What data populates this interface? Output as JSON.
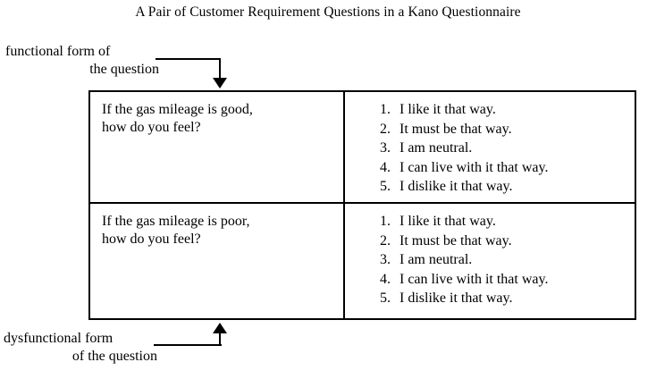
{
  "figure": {
    "title": "A Pair of Customer Requirement Questions in a Kano Questionnaire"
  },
  "callouts": {
    "functional": {
      "line1": "functional form of",
      "line2": "the question"
    },
    "dysfunctional": {
      "line1": "dysfunctional form",
      "line2": "of the question"
    }
  },
  "table": {
    "rows": [
      {
        "question": {
          "line1": "If the gas mileage is good,",
          "line2": "how do you feel?"
        },
        "answers": [
          {
            "num": "1.",
            "text": "I like it that way."
          },
          {
            "num": "2.",
            "text": "It must be that way."
          },
          {
            "num": "3.",
            "text": "I am neutral."
          },
          {
            "num": "4.",
            "text": "I can live with it that way."
          },
          {
            "num": "5.",
            "text": "I dislike it that way."
          }
        ]
      },
      {
        "question": {
          "line1": "If the gas mileage is poor,",
          "line2": "how do you feel?"
        },
        "answers": [
          {
            "num": "1.",
            "text": "I like it that way."
          },
          {
            "num": "2.",
            "text": "It must be that way."
          },
          {
            "num": "3.",
            "text": "I am neutral."
          },
          {
            "num": "4.",
            "text": "I can live with it that way."
          },
          {
            "num": "5.",
            "text": "I dislike it that way."
          }
        ]
      }
    ]
  },
  "colors": {
    "ink": "#000000",
    "background": "#ffffff"
  }
}
